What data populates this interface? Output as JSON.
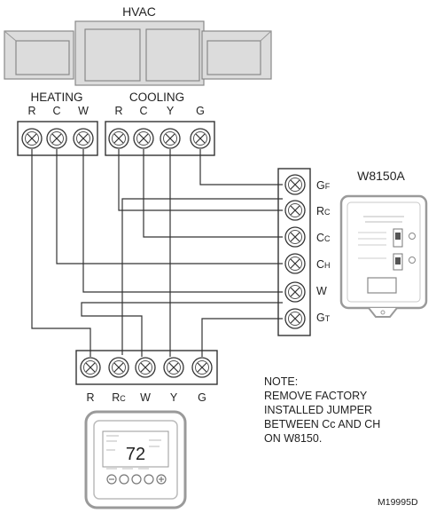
{
  "hvac_label": "HVAC",
  "heating_label": "HEATING",
  "cooling_label": "COOLING",
  "heating_terminals": [
    "R",
    "C",
    "W"
  ],
  "cooling_terminals": [
    "R",
    "C",
    "Y",
    "G"
  ],
  "w8150a_label": "W8150A",
  "w8150a_terminals": [
    {
      "main": "G",
      "sub": "F"
    },
    {
      "main": "R",
      "sub": "C"
    },
    {
      "main": "C",
      "sub": "C"
    },
    {
      "main": "C",
      "sub": "H"
    },
    {
      "main": "W",
      "sub": ""
    },
    {
      "main": "G",
      "sub": "T"
    }
  ],
  "thermostat_terminals": [
    {
      "main": "R",
      "sub": ""
    },
    {
      "main": "R",
      "sub": "C"
    },
    {
      "main": "W",
      "sub": ""
    },
    {
      "main": "Y",
      "sub": ""
    },
    {
      "main": "G",
      "sub": ""
    }
  ],
  "thermostat_display_temp": "72",
  "note_lines": [
    "NOTE:",
    "REMOVE FACTORY",
    "INSTALLED JUMPER",
    "BETWEEN Cc AND CH",
    "ON W8150."
  ],
  "figure_code": "M19995D",
  "colors": {
    "line": "#333333",
    "hvac_fill": "#dcdcdc",
    "device_border": "#9a9a9a"
  }
}
